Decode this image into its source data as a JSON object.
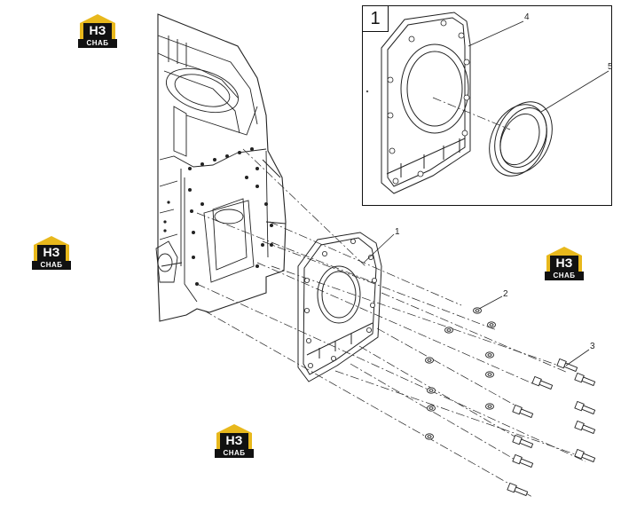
{
  "figure": {
    "inset_label": "1",
    "callouts": {
      "c1": "1",
      "c2": "2",
      "c3": "3",
      "c4": "4",
      "c5": "5"
    }
  },
  "watermark": {
    "mark": "НЗ",
    "caption": "СНАБ",
    "colors": {
      "gold": "#e8b81c",
      "ink": "#111111"
    }
  }
}
